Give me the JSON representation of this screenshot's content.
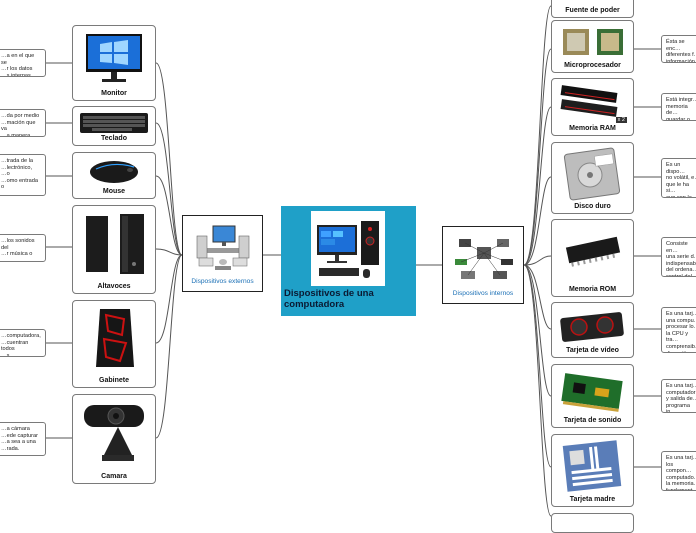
{
  "central": {
    "title": "Dispositivos de una computadora"
  },
  "branches": {
    "left": {
      "label": "Dispositivos externos"
    },
    "right": {
      "label": "Dispositivos internos"
    }
  },
  "left_nodes": [
    {
      "label": "Monitor",
      "note": "…a en el que se\n…r los datos\n…s internas."
    },
    {
      "label": "Teclado",
      "note": "…da por medio\n…mación que va\n…a manera"
    },
    {
      "label": "Mouse",
      "note": "…trada de la\n…lectrónico,\n…o\n…omo entrada o"
    },
    {
      "label": "Altavoces",
      "note": "…los sonidos del\n…r música o"
    },
    {
      "label": "Gabinete",
      "note": "…computadora,\n…cuentran todos\n…s."
    },
    {
      "label": "Camara",
      "note": "…a cámara\n…ede capturar\n…a sea a una\n…rada."
    }
  ],
  "right_nodes": [
    {
      "label": "Fuente de poder",
      "note": ""
    },
    {
      "label": "Microprocesador",
      "note": "Ésta se enc…\ndiferentes f…\ninformación…"
    },
    {
      "label": "Memoria RAM",
      "note": "Está integr…\nmemoria de…\nguardar o b…"
    },
    {
      "label": "Disco duro",
      "note": "Es un dispo…\nno volátil, e…\nque le ha si…\naun con la p…\nsistema de…"
    },
    {
      "label": "Memoria ROM",
      "note": "Consiste en…\nuna serie d…\nindispensab…\ndel ordena…\ncontrol del…"
    },
    {
      "label": "Tarjeta de vídeo",
      "note": "Es una tarj…\nuna compu…\nprocesar lo…\nla CPU y tra…\ncomprensib…\ndispositivo…"
    },
    {
      "label": "Tarjeta de sonido",
      "note": "Es una tarj…\ncomputador…\ny salida de…\nprograma in…"
    },
    {
      "label": "Tarjeta madre",
      "note": "Es una tarj…\nlos compon…\ncomputado…\nla memoria…\nfundament…"
    }
  ],
  "ram_badge": "x 2",
  "colors": {
    "central": "#1fa0c8",
    "branch_label": "#1a6fb5",
    "line": "#555555"
  }
}
